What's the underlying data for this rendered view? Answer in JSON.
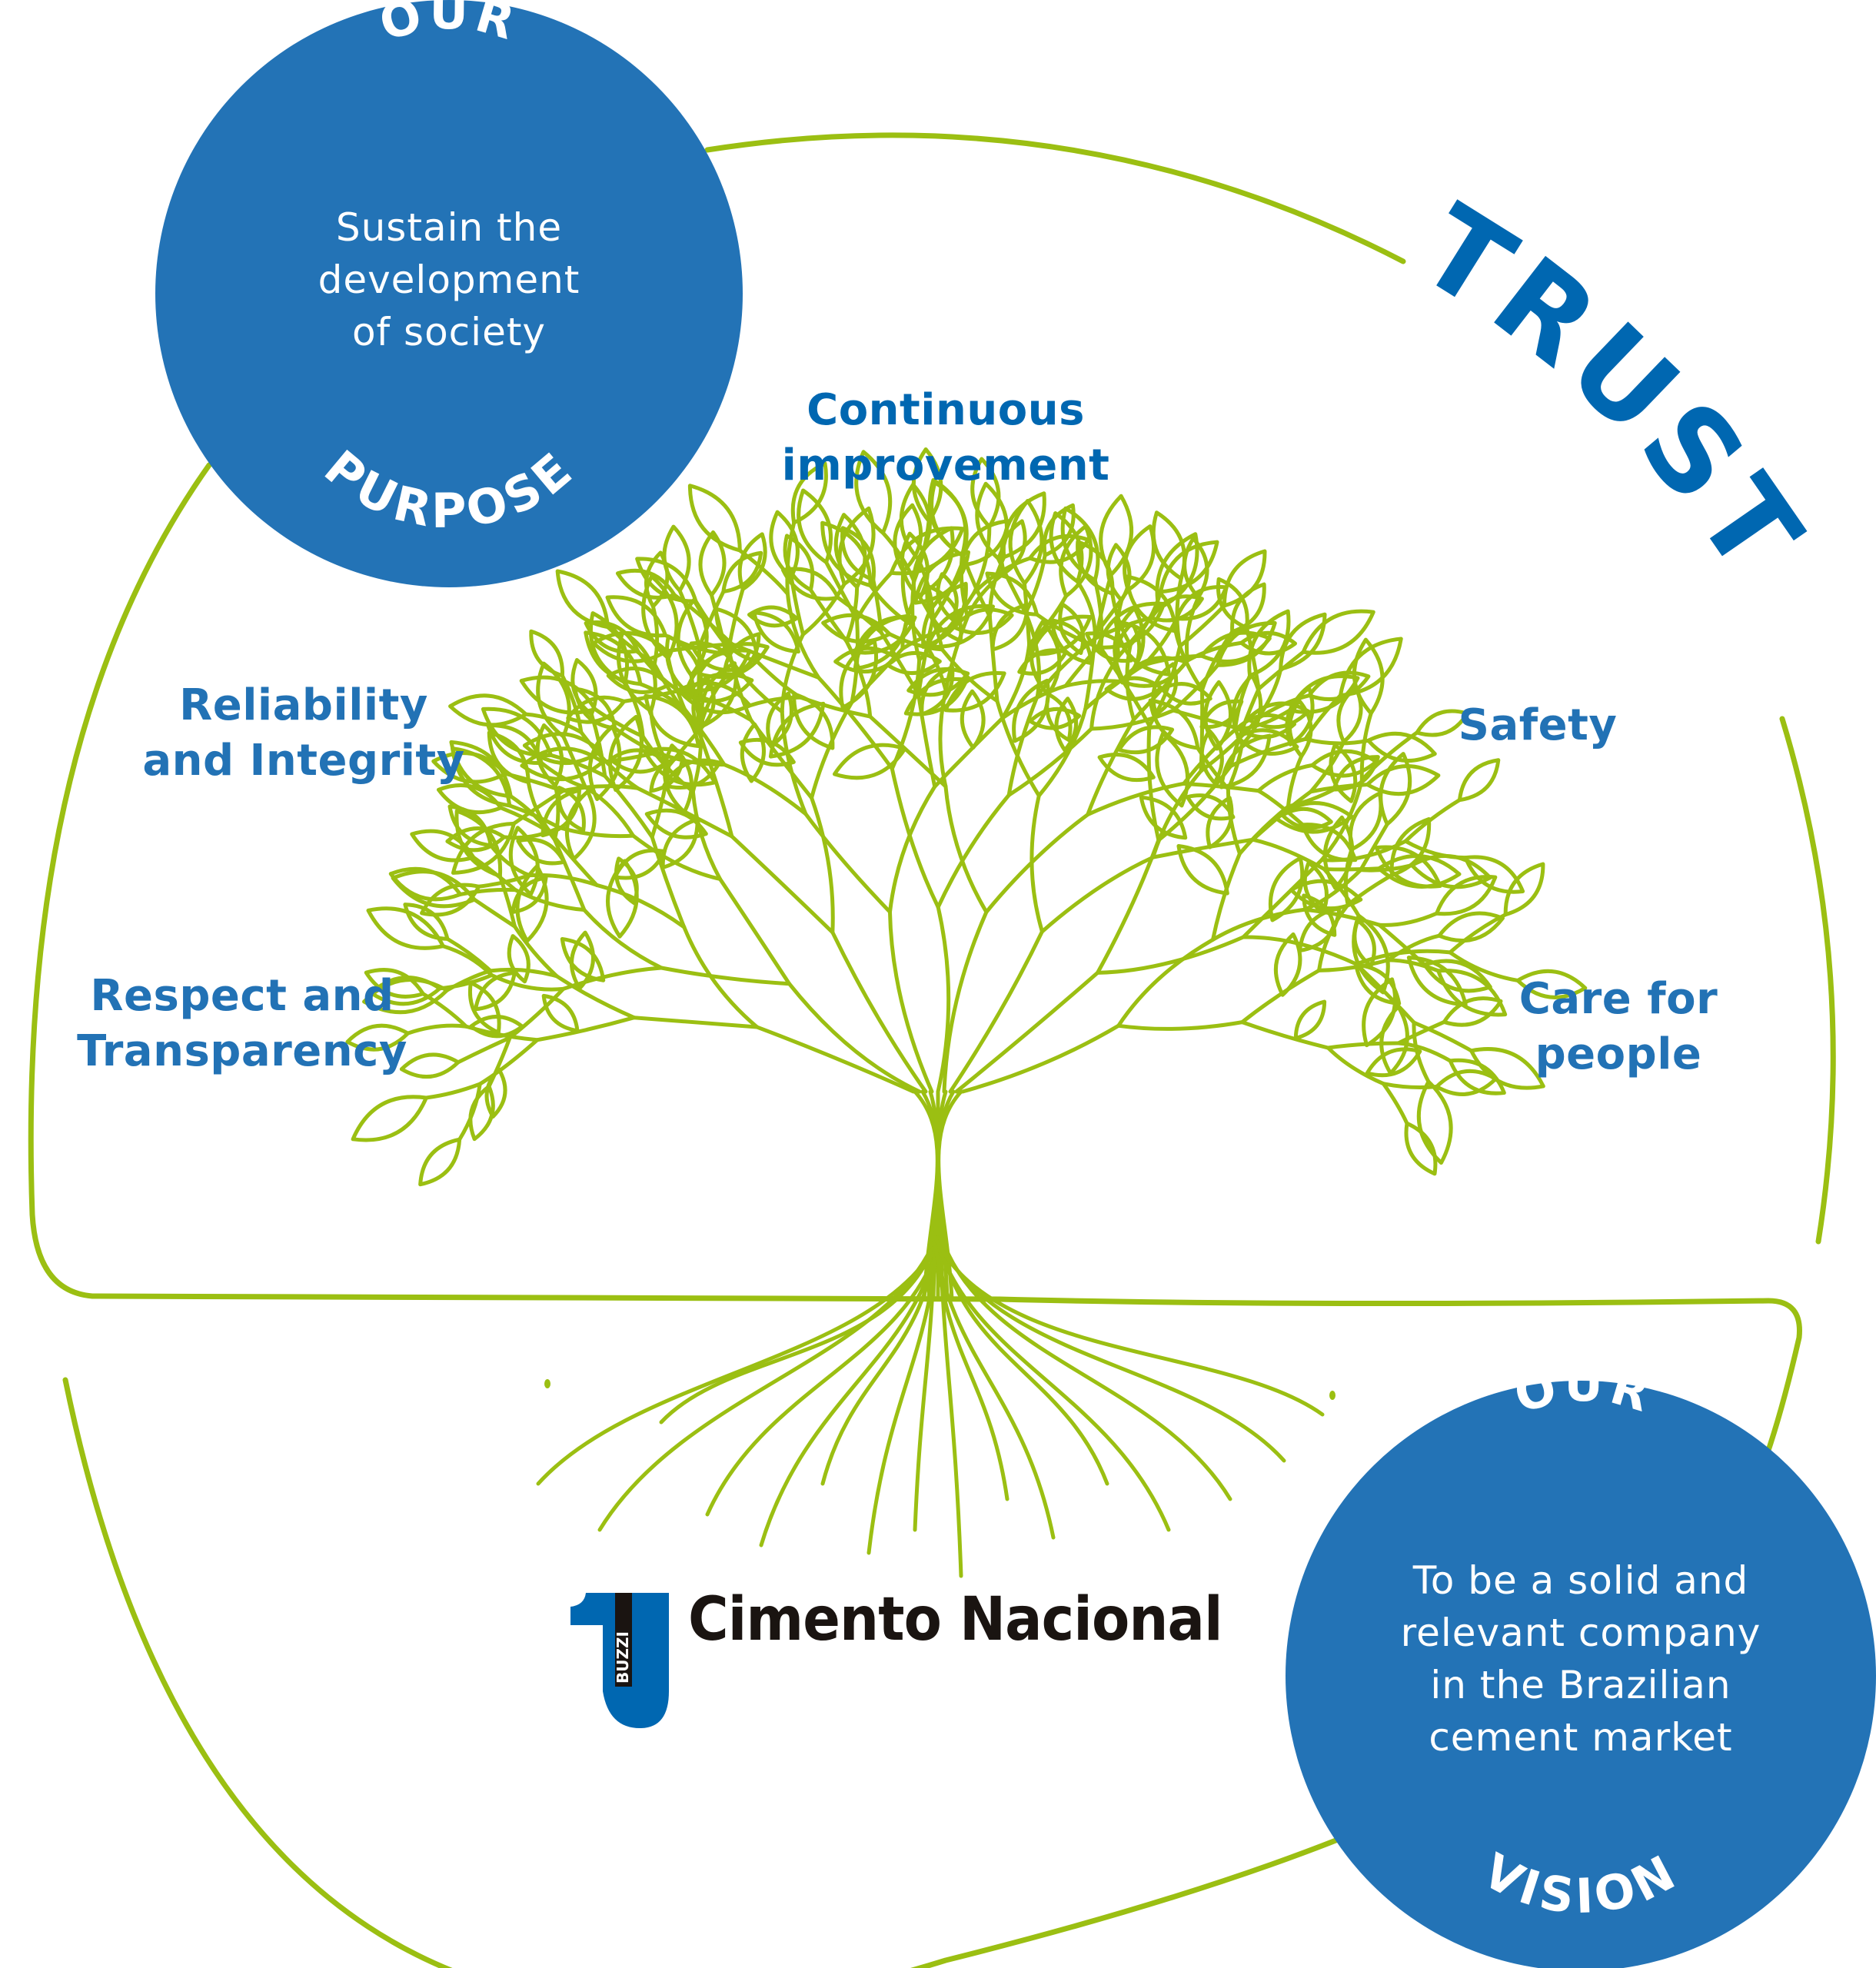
{
  "colors": {
    "brand_blue": "#2373b6",
    "text_blue": "#0067b1",
    "label_blue": "#2272b5",
    "tree_green": "#9bbf12",
    "logo_black": "#1a1411",
    "white": "#ffffff"
  },
  "purpose": {
    "top_word": "OUR",
    "bottom_word": "PURPOSE",
    "lines": [
      "Sustain the",
      "development",
      "of society"
    ]
  },
  "vision": {
    "top_word": "OUR",
    "bottom_word": "VISION",
    "lines": [
      "To be a solid and",
      "relevant company",
      "in the Brazilian",
      "cement market"
    ]
  },
  "trust": {
    "label": "TRUST"
  },
  "values": {
    "continuous_improvement": [
      "Continuous",
      "improvement"
    ],
    "reliability_integrity": [
      "Reliability",
      "and Integrity"
    ],
    "respect_transparency": [
      "Respect and",
      "Transparency"
    ],
    "safety": [
      "Safety"
    ],
    "care_for_people": [
      "Care for",
      "people"
    ]
  },
  "logo": {
    "mark_text": "BUZZI",
    "mark_icon": "buzzi-1-logo-icon",
    "name": "Cimento Nacional"
  },
  "illustration": {
    "icon": "tree-with-roots-icon"
  }
}
